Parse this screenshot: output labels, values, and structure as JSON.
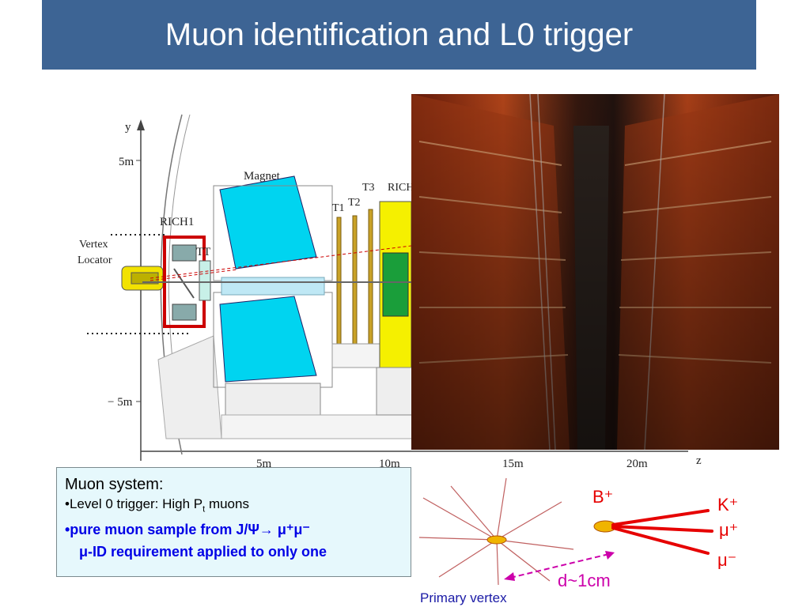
{
  "slide": {
    "title": "Muon identification and L0 trigger"
  },
  "detector": {
    "y_axis": "y",
    "z_axis": "z",
    "y_ticks": [
      "5m",
      "− 5m"
    ],
    "z_ticks": [
      "5m",
      "10m",
      "15m",
      "20m"
    ],
    "labels": {
      "magnet": "Magnet",
      "rich1": "RICH1",
      "vertex": "Vertex",
      "locator": "Locator",
      "tt": "TT",
      "t1": "T1",
      "t2": "T2",
      "t3": "T3",
      "rich2": "RICH"
    }
  },
  "muon_box": {
    "heading": "Muon system:",
    "bullet1_pre": "•Level 0 trigger: High P",
    "bullet1_sub": "t",
    "bullet1_post": " muons",
    "bullet2": "•pure muon sample from J/Ψ→ μ⁺μ⁻",
    "bullet3": "μ-ID requirement applied to only one"
  },
  "decay": {
    "b_label": "B⁺",
    "k_label": "K⁺",
    "mu_plus": "μ⁺",
    "mu_minus": "μ⁻",
    "distance": "d~1cm",
    "primary_vertex": "Primary vertex"
  },
  "colors": {
    "title_bg": "#3d6494",
    "box_bg": "#e6f8fc",
    "box_text_blue": "#0000e6",
    "track_red": "#e60000",
    "arrow_magenta": "#cc00aa",
    "vertex_label": "#1a1aa6"
  }
}
